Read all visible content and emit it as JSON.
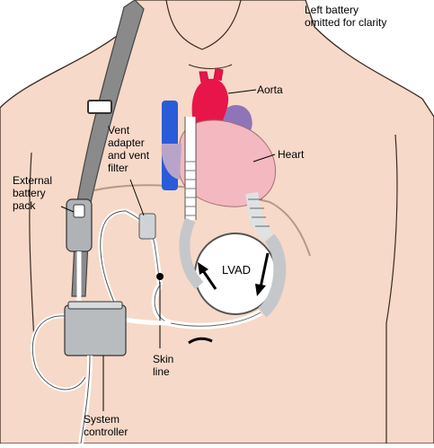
{
  "labels": {
    "left_battery": "Left battery\nomitted for clarity",
    "aorta": "Aorta",
    "heart": "Heart",
    "vent": "Vent\nadapter\nand vent\nfilter",
    "battery": "External\nbattery\npack",
    "lvad": "LVAD",
    "skin_line": "Skin\nline",
    "controller": "System\ncontroller"
  },
  "colors": {
    "skin": "#f6d9c8",
    "outline": "#3a2a22",
    "heart": "#f4b8c0",
    "aorta": "#e8154a",
    "vein_blue": "#2a5bd8",
    "atrium_purple": "#8f74b8",
    "strap": "#8a8a8a",
    "device_gray": "#b9bcbf",
    "cable": "#ffffff"
  }
}
